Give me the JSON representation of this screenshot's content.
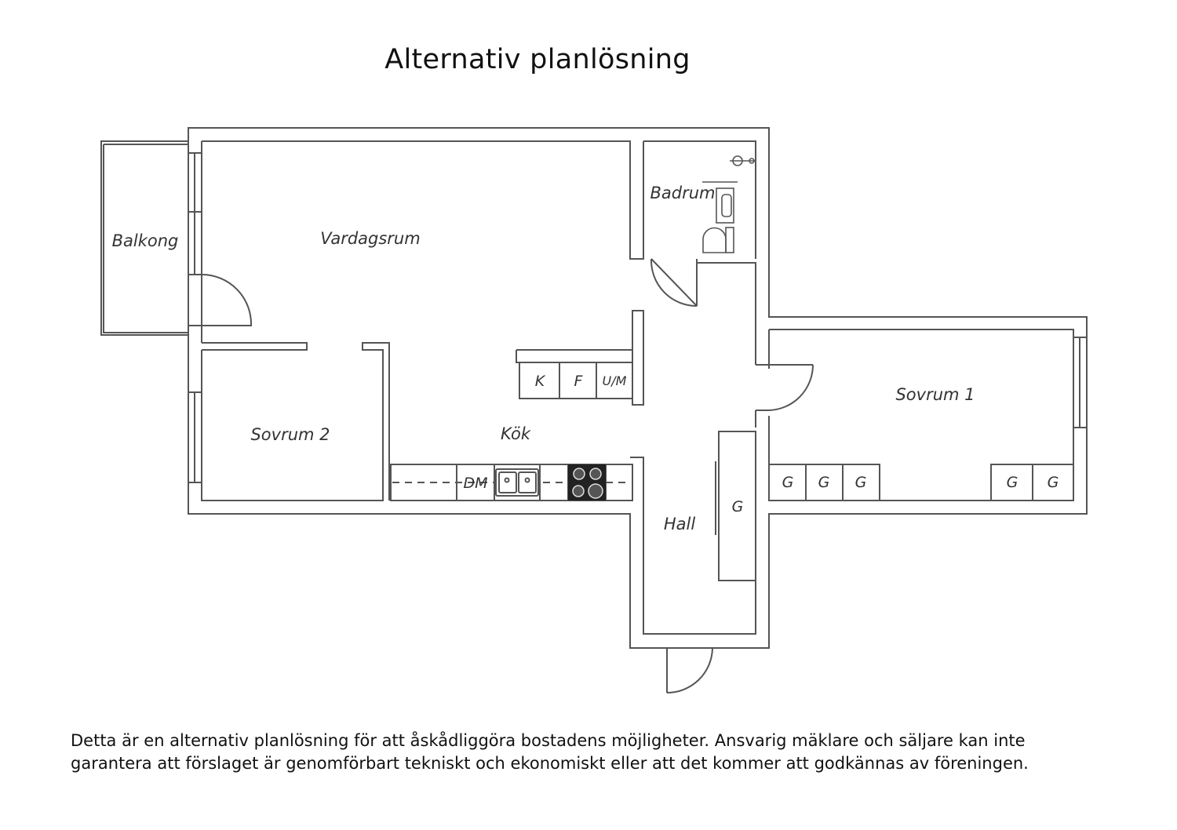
{
  "title": "Alternativ planlösning",
  "rooms": {
    "balkong": "Balkong",
    "vardagsrum": "Vardagsrum",
    "badrum": "Badrum",
    "sovrum1": "Sovrum 1",
    "sovrum2": "Sovrum 2",
    "kok": "Kök",
    "hall": "Hall"
  },
  "fixtures": {
    "freezer": "K",
    "fridge": "F",
    "oven": "U/M",
    "dishwasher": "DM",
    "wardrobe": "G"
  },
  "disclaimer": {
    "line1": "Detta är en alternativ planlösning för att åskådliggöra bostadens möjligheter. Ansvarig mäklare och säljare kan inte",
    "line2": "garantera att förslaget är genomförbart tekniskt och ekonomiskt eller att det kommer att godkännas av föreningen."
  },
  "colors": {
    "wall": "#555555",
    "ink": "#111111",
    "label": "#333333",
    "hob": "#222222"
  }
}
